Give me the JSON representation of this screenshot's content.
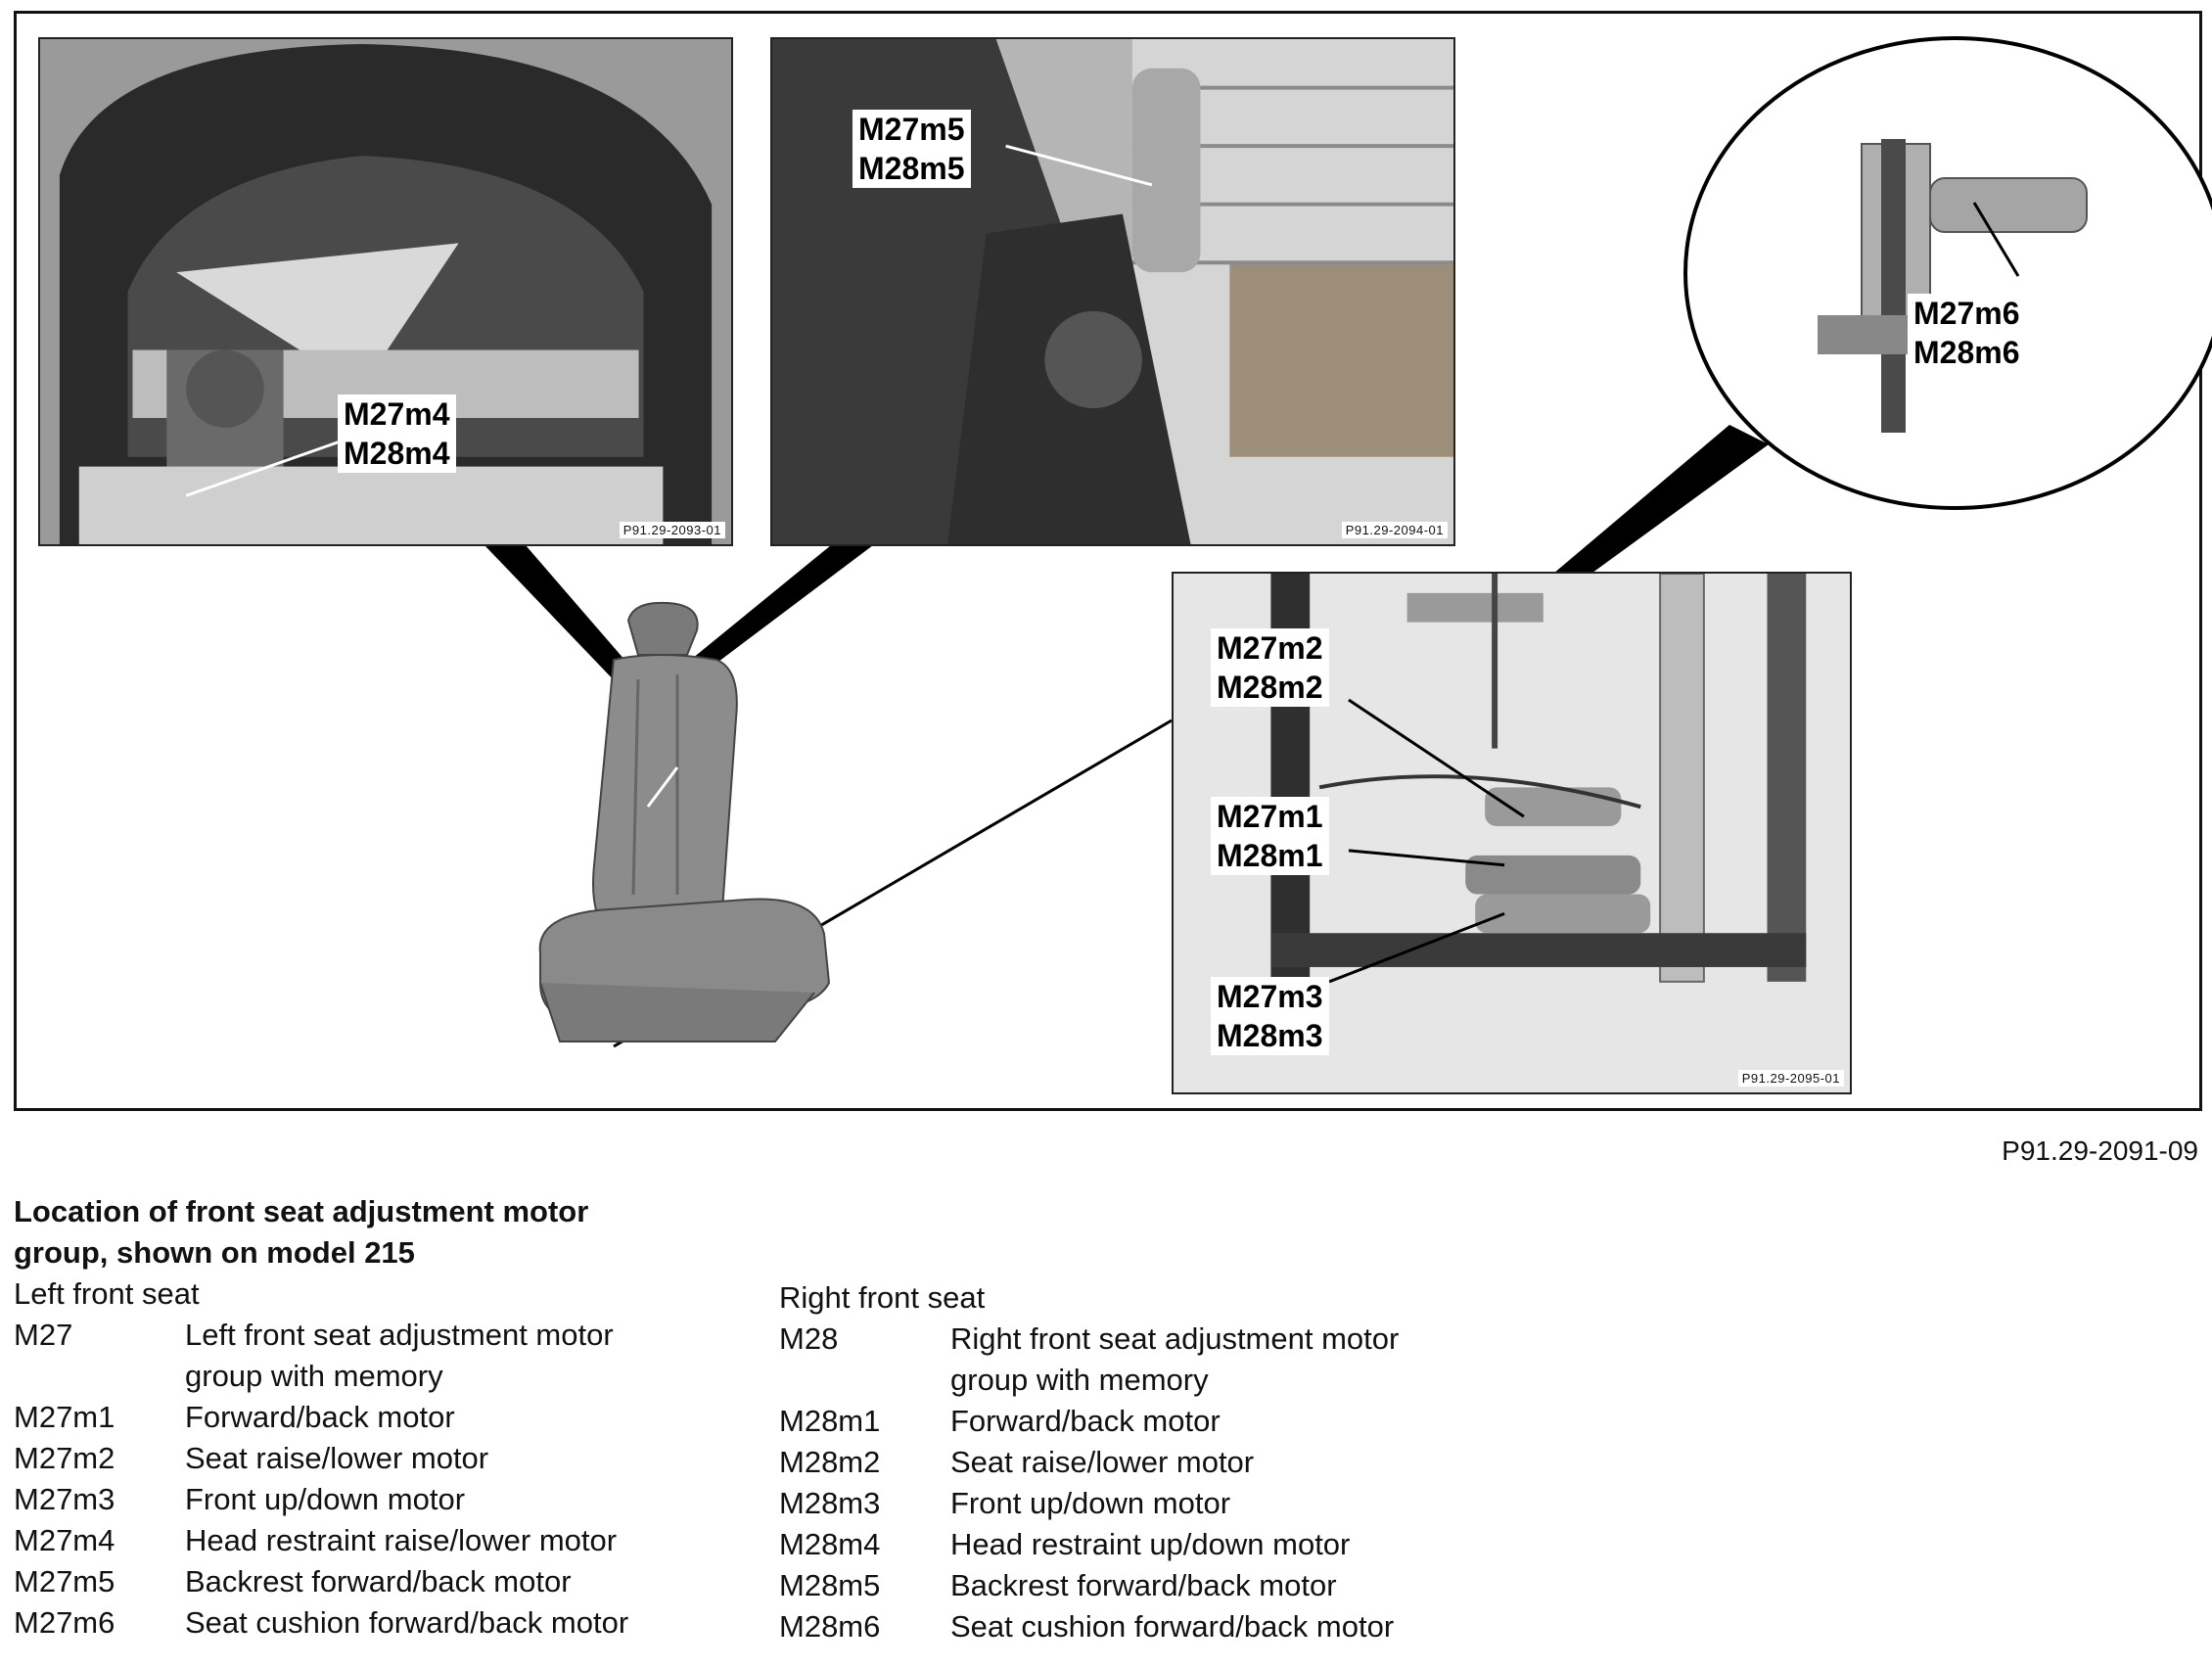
{
  "figure": {
    "main_ref": "P91.29-2091-09",
    "photos": [
      {
        "ref": "P91.29-2093-01",
        "labels": [
          "M27m4",
          "M28m4"
        ]
      },
      {
        "ref": "P91.29-2094-01",
        "labels": [
          "M27m5",
          "M28m5"
        ]
      },
      {
        "ref": "P91.29-2095-01",
        "labels": [
          "M27m2",
          "M28m2",
          "M27m1",
          "M28m1",
          "M27m3",
          "M28m3"
        ]
      }
    ],
    "detail_labels": [
      "M27m6",
      "M28m6"
    ]
  },
  "caption": {
    "line1": "Location of front seat adjustment motor",
    "line2": "group, shown on model 215"
  },
  "left": {
    "header": "Left front seat",
    "items": [
      {
        "code": "M27",
        "desc": "Left front seat adjustment motor group with memory"
      },
      {
        "code": "M27m1",
        "desc": "Forward/back motor"
      },
      {
        "code": "M27m2",
        "desc": "Seat raise/lower motor"
      },
      {
        "code": "M27m3",
        "desc": "Front up/down motor"
      },
      {
        "code": "M27m4",
        "desc": "Head restraint raise/lower motor"
      },
      {
        "code": "M27m5",
        "desc": "Backrest forward/back motor"
      },
      {
        "code": "M27m6",
        "desc": "Seat cushion forward/back motor"
      }
    ]
  },
  "right": {
    "header": "Right front seat",
    "items": [
      {
        "code": "M28",
        "desc": "Right front seat adjustment motor group with memory"
      },
      {
        "code": "M28m1",
        "desc": "Forward/back motor"
      },
      {
        "code": "M28m2",
        "desc": "Seat raise/lower motor"
      },
      {
        "code": "M28m3",
        "desc": "Front up/down motor"
      },
      {
        "code": "M28m4",
        "desc": "Head restraint up/down motor"
      },
      {
        "code": "M28m5",
        "desc": "Backrest forward/back motor"
      },
      {
        "code": "M28m6",
        "desc": "Seat cushion forward/back motor"
      }
    ]
  }
}
